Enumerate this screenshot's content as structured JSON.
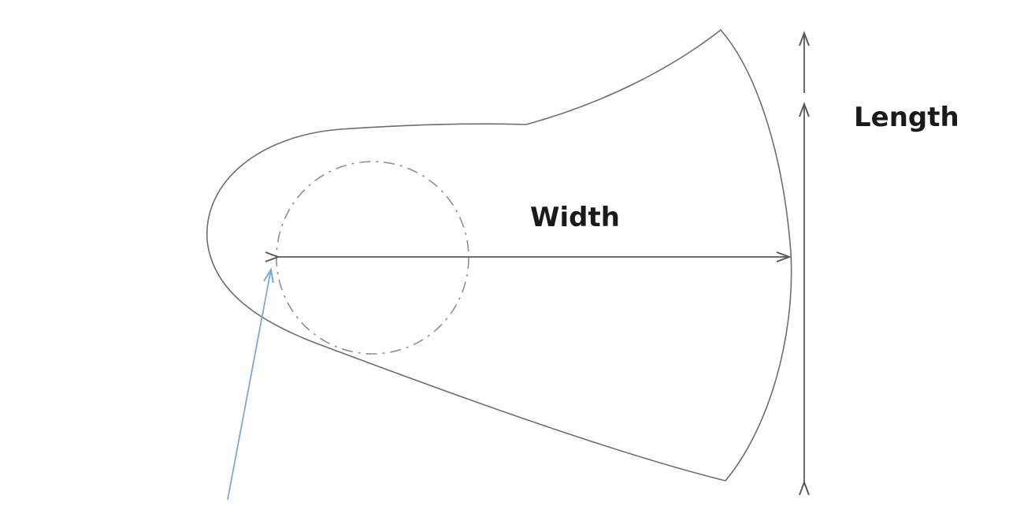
{
  "labels": {
    "width": "Width",
    "length": "Length"
  },
  "colors": {
    "outline": "#6e6e6e",
    "dashed_circle": "#8f8f8f",
    "dimension": "#5a5a5a",
    "pointer": "#7da7d8",
    "text": "#1a1a1a"
  },
  "chart_data": {
    "type": "diagram",
    "title": "Mask pattern dimension diagram",
    "annotations": [
      "Width",
      "Length"
    ],
    "shapes": [
      "curved mask pattern outline",
      "dash-dot circle (left region)",
      "horizontal double-headed width dimension arrow",
      "vertical double-headed length dimension arrow (right side)",
      "blue pointer arrow from lower-left to left end of width arrow"
    ]
  }
}
